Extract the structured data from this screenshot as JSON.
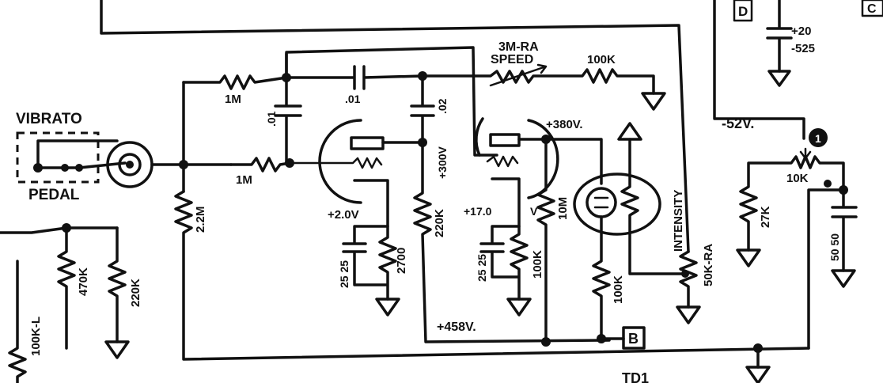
{
  "labels": {
    "vibrato": "VIBRATO",
    "pedal": "PEDAL",
    "r_input_1m": "1M",
    "r_grid_1m": "1M",
    "r_2_2m": "2.2M",
    "c_01_vert": ".01",
    "c_01_horiz": ".01",
    "speed_top": "3M-RA",
    "speed_bottom": "SPEED",
    "r_100k_top": "100K",
    "c_300v": "+300V",
    "c_02": ".02",
    "r_220k_plate": "220K",
    "v_2_0": "+2.0V",
    "c_25_25": "25 25",
    "r_2700": "2700",
    "v_17_0": "+17.0",
    "v_suffix": "V",
    "c_25_25b": "25 25",
    "r_100k_cath": "100K",
    "v_380": "+380V.",
    "r_10m": "10M",
    "r_100k_neon": "100K",
    "intensity": "INTENSITY",
    "pot_50k": "50K-RA",
    "v_458": "+458V.",
    "box_b": "B",
    "box_d": "D",
    "box_c": "C",
    "v_20": "+20",
    "v_525": "-525",
    "v_minus_52": "-52V.",
    "r_10k": "10K",
    "r_27k": "27K",
    "c_50_50": "50 50",
    "r_470k": "470K",
    "r_220k_left": "220K",
    "r_100k_l": "100K-L",
    "td1": "TD1",
    "marker_1": "1"
  }
}
